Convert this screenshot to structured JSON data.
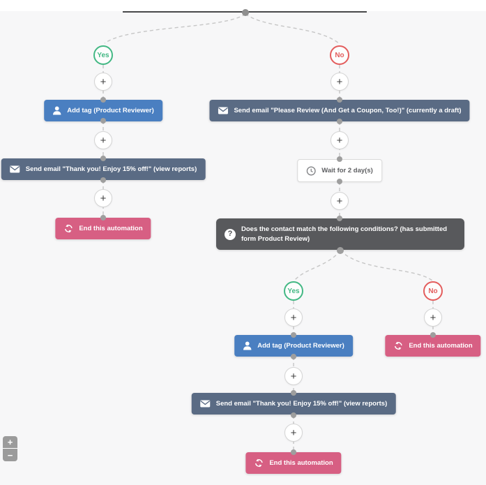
{
  "colors": {
    "canvas_bg": "#f7f7f8",
    "node_blue": "#4a7fc1",
    "node_slate": "#5a6b84",
    "node_pink": "#d75f83",
    "node_dark": "#58595c",
    "branch_green": "#43b884",
    "branch_red": "#e35d5d"
  },
  "branch_top": {
    "yes": "Yes",
    "no": "No"
  },
  "branch_condition": {
    "yes": "Yes",
    "no": "No"
  },
  "nodes": {
    "add_tag_yes": "Add tag (Product Reviewer)",
    "send_email_draft": "Send email \"Please Review (And Get a Coupon, Too!)\" (currently a draft)",
    "send_email_thanks": "Send email \"Thank you! Enjoy 15% off!\" (view reports)",
    "end_automation_yes": "End this automation",
    "wait": "Wait for 2 day(s)",
    "condition": "Does the contact match the following conditions? (has submitted form Product Review)",
    "add_tag_yes2": "Add tag (Product Reviewer)",
    "end_automation_no2": "End this automation",
    "send_email_thanks2": "Send email \"Thank you! Enjoy 15% off!\" (view reports)",
    "end_automation_final": "End this automation"
  },
  "add_step_glyph": "+",
  "icons": {
    "question_glyph": "?"
  },
  "zoom_controls": {
    "zoom_in": "+",
    "zoom_out": "−"
  }
}
